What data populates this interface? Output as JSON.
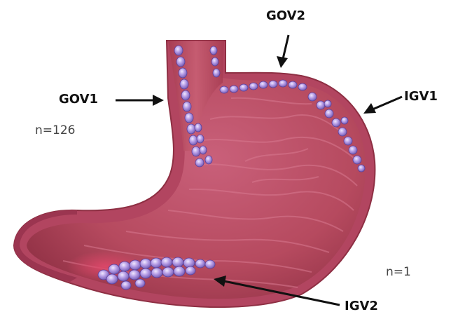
{
  "labels": {
    "gov1": "GOV1",
    "gov2": "GOV2",
    "igv1": "IGV1",
    "igv2": "IGV2"
  },
  "counts": {
    "gov1": "n=126",
    "igv2": "n=1"
  },
  "colors": {
    "stomach_wall": "#c2556a",
    "stomach_interior": "#b64a5f",
    "stomach_edge": "#8e2f43",
    "varix": "#9a7fd4",
    "varix_highlight": "#e2d6ff",
    "arrow": "#111111"
  }
}
